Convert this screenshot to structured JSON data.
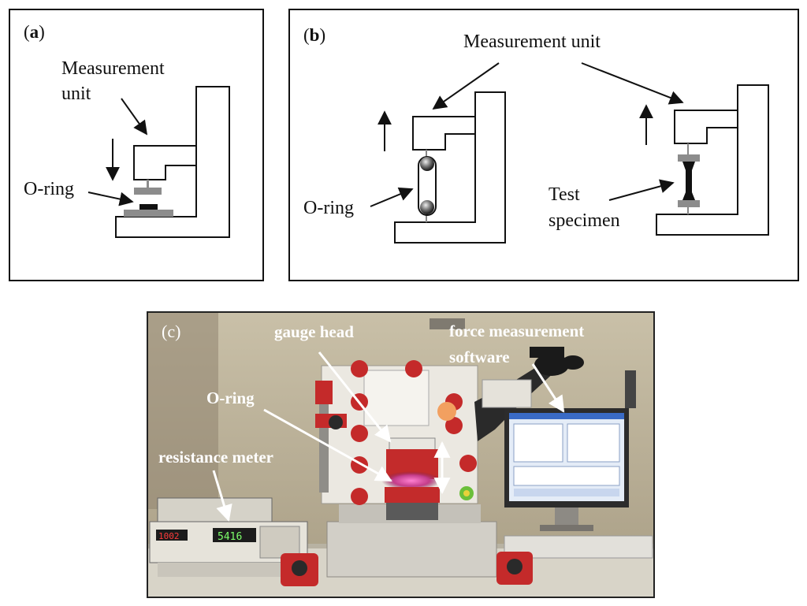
{
  "panel_a": {
    "tag_open": "(",
    "tag_letter": "a",
    "tag_close": ")",
    "measurement_label_line1": "Measurement",
    "measurement_label_line2": "unit",
    "oring_label": "O-ring"
  },
  "panel_b": {
    "tag_open": "(",
    "tag_letter": "b",
    "tag_close": ")",
    "measurement_label": "Measurement unit",
    "oring_label": "O-ring",
    "specimen_label_line1": "Test",
    "specimen_label_line2": "specimen"
  },
  "panel_c": {
    "tag": "(c)",
    "gauge_head_label": "gauge head",
    "software_label_line1": "force measurement",
    "software_label_line2": "software",
    "oring_label": "O-ring",
    "resistance_label": "resistance meter",
    "meter_left_readout": "1002",
    "meter_right_readout": "5416"
  },
  "colors": {
    "line": "#111111",
    "gray_part": "#8c8c8c",
    "photo_bg": "#7a6a55",
    "photo_label": "#ffffff",
    "red_dot": "#c42a2a"
  }
}
